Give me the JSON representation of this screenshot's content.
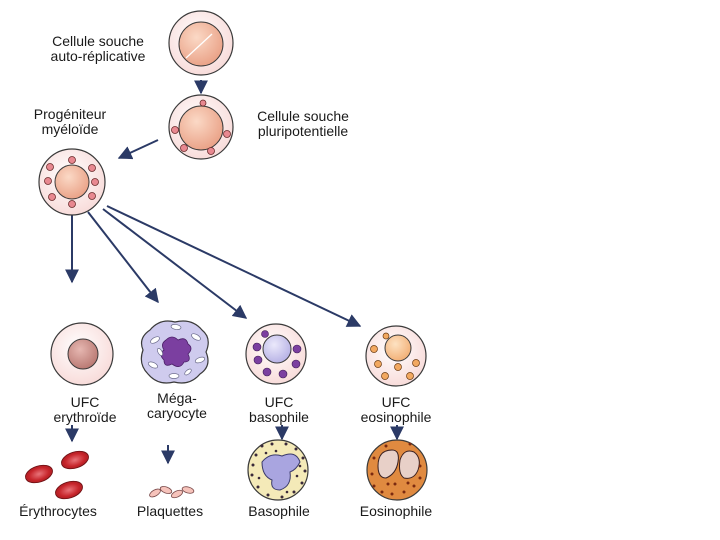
{
  "labels": {
    "stem_self": "Cellule souche\nauto-réplicative",
    "myeloid_prog": "Progéniteur\nmyéloïde",
    "pluripotent": "Cellule souche\npluripotentielle",
    "ufc_erythroid": "UFC\nerythroïde",
    "megakaryocyte": "Méga-\ncaryocyte",
    "ufc_basophil": "UFC\nbasophile",
    "ufc_eosinophil": "UFC\neosinophile",
    "erythrocytes": "Érythrocytes",
    "platelets": "Plaquettes",
    "basophil": "Basophile",
    "eosinophil": "Eosinophile"
  },
  "colors": {
    "arrow": "#2b3a66",
    "cell_outline": "#3a3a3a",
    "stem_nucleus": "#f2b69a",
    "progenitor_cytoplasm": "#fbe3e1",
    "granule_pink": "#e88890",
    "erythroid_nucleus": "#c98880",
    "basophil_granule": "#7b3fa0",
    "basophil_nucleus": "#c9c5ec",
    "eosinophil_granule": "#d98a3a",
    "eosinophil_nucleus": "#f8c896",
    "megakaryocyte_body": "#c9c5ec",
    "megakaryocyte_nucleus": "#7b3fa0",
    "erythrocyte": "#c9262b",
    "platelet": "#f3b8b0",
    "mature_basophil_body": "#f4eab8",
    "mature_basophil_nucleus": "#a9a5e0",
    "mature_eosinophil_body": "#e08a40",
    "mature_eosinophil_nucleus": "#e8d0c8"
  }
}
